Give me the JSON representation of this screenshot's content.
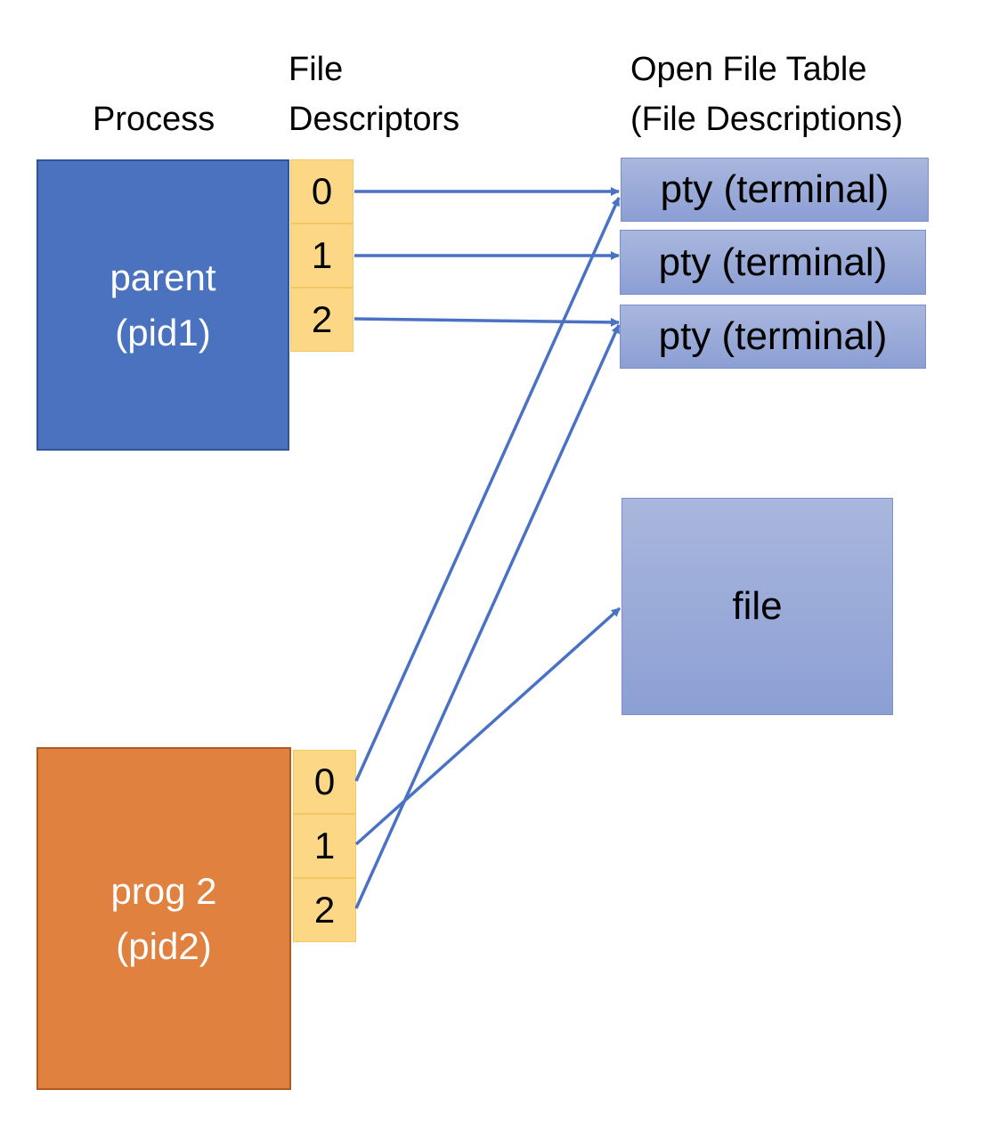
{
  "headers": {
    "process": "Process",
    "fd_line1": "File",
    "fd_line2": "Descriptors",
    "oft_line1": "Open File Table",
    "oft_line2": "(File Descriptions)"
  },
  "processes": [
    {
      "name": "parent",
      "pid": "(pid1)",
      "fds": [
        "0",
        "1",
        "2"
      ]
    },
    {
      "name": "prog 2",
      "pid": "(pid2)",
      "fds": [
        "0",
        "1",
        "2"
      ]
    }
  ],
  "open_file_table": [
    "pty (terminal)",
    "pty (terminal)",
    "pty (terminal)",
    "file"
  ],
  "edges": [
    {
      "from": "parent.fd0",
      "to": "pty0"
    },
    {
      "from": "parent.fd1",
      "to": "pty1"
    },
    {
      "from": "parent.fd2",
      "to": "pty2"
    },
    {
      "from": "prog2.fd0",
      "to": "pty0"
    },
    {
      "from": "prog2.fd1",
      "to": "file"
    },
    {
      "from": "prog2.fd2",
      "to": "pty2"
    }
  ],
  "colors": {
    "parent": "#4a72bf",
    "child": "#e0813f",
    "fd": "#fcd786",
    "table": "#9aabd8",
    "arrow": "#4a72c4"
  }
}
